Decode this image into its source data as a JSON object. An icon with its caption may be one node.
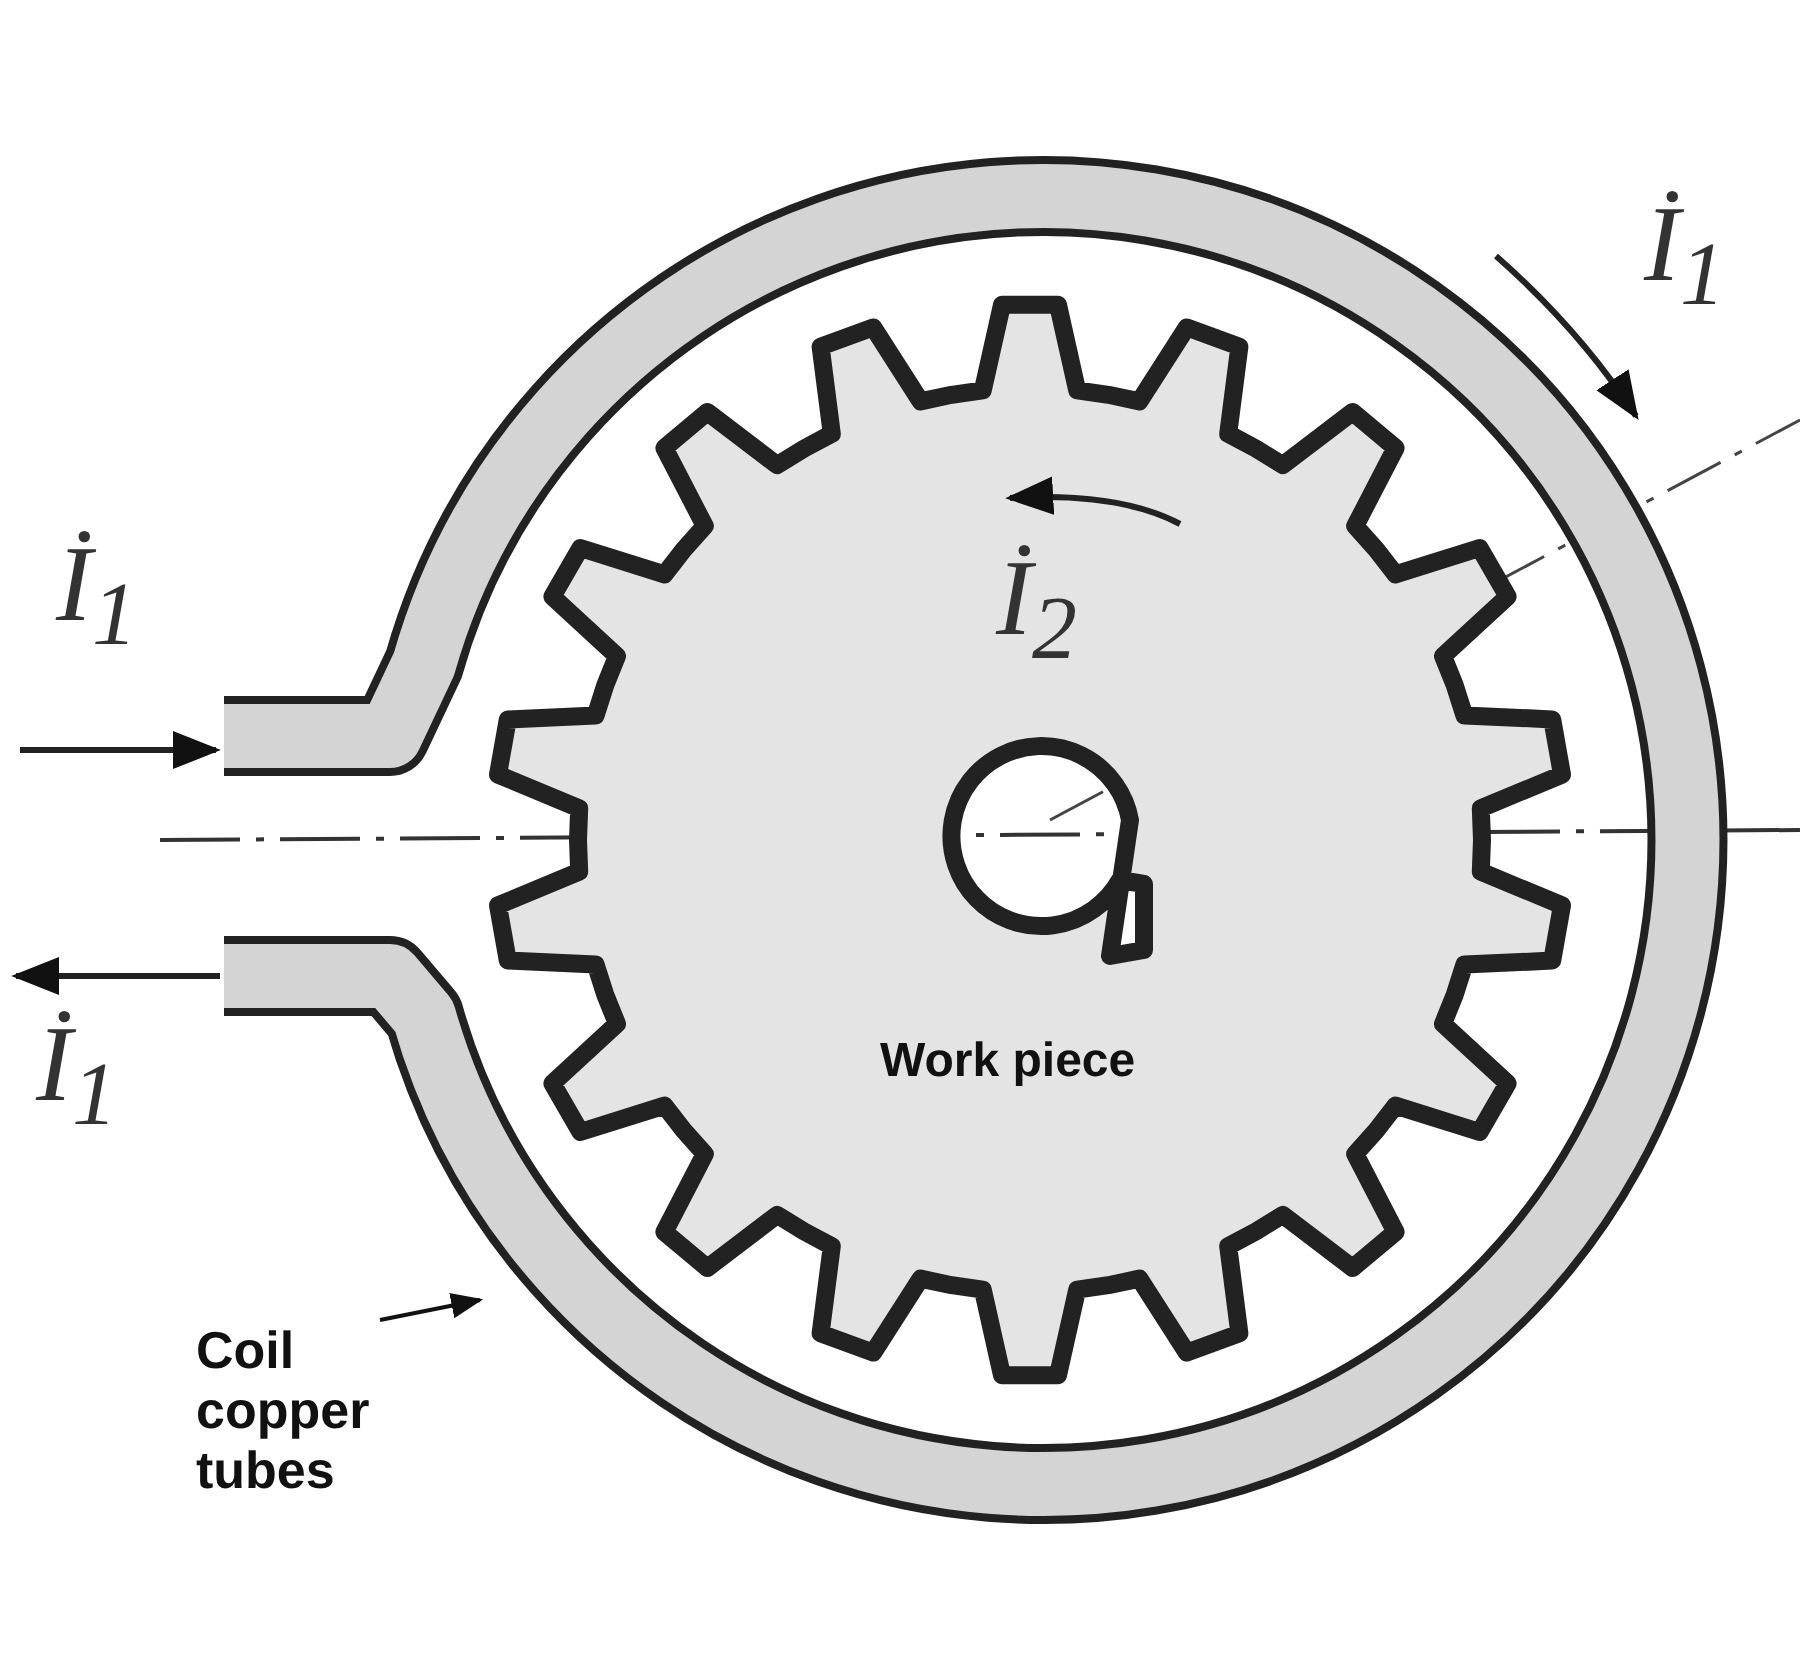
{
  "diagram": {
    "nodes": [
      {
        "text": [],
        "shape": "picture"
      },
      {
        "text": [
          "Work piece"
        ],
        "in": 0
      },
      {
        "text": [
          "Coil copper tubes"
        ]
      }
    ],
    "edges": [
      {
        "from": 2,
        "to": 0,
        "arrow": "to"
      }
    ],
    "labels": [
      "İ$_{1}$",
      "İ$_{1}$",
      "İ$_{2}$",
      "İ$_{1}$"
    ]
  }
}
